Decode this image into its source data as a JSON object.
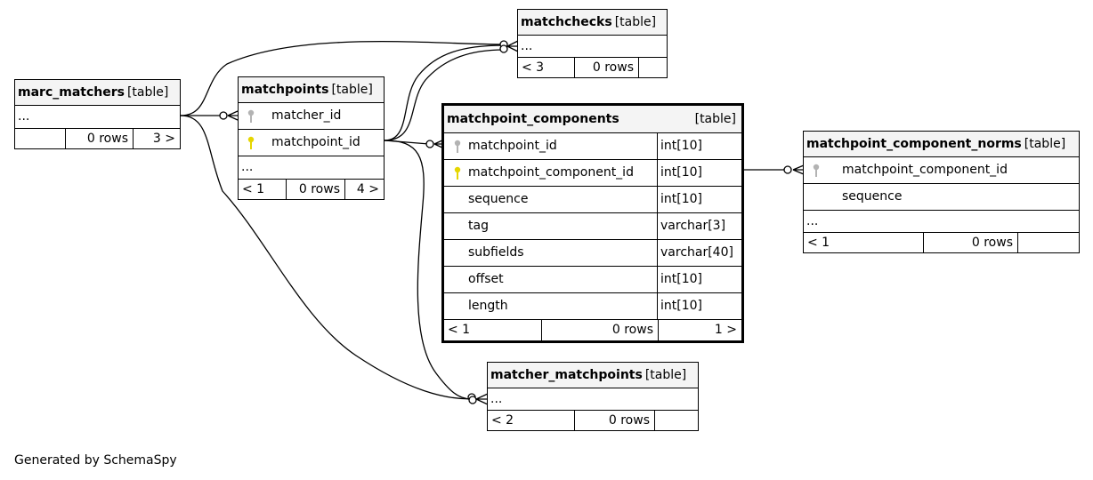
{
  "tables": {
    "marc_matchers": {
      "name": "marc_matchers",
      "kind": "[table]",
      "ellipsis": "...",
      "parents": "",
      "rows": "0 rows",
      "children": "3 >"
    },
    "matchpoints": {
      "name": "matchpoints",
      "kind": "[table]",
      "col1": "matcher_id",
      "col2": "matchpoint_id",
      "ellipsis": "...",
      "parents": "< 1",
      "rows": "0 rows",
      "children": "4 >"
    },
    "matchchecks": {
      "name": "matchchecks",
      "kind": "[table]",
      "ellipsis": "...",
      "parents": "< 3",
      "rows": "0 rows",
      "children": ""
    },
    "matchpoint_components": {
      "name": "matchpoint_components",
      "kind": "[table]",
      "columns": [
        {
          "name": "matchpoint_id",
          "type": "int[10]"
        },
        {
          "name": "matchpoint_component_id",
          "type": "int[10]"
        },
        {
          "name": "sequence",
          "type": "int[10]"
        },
        {
          "name": "tag",
          "type": "varchar[3]"
        },
        {
          "name": "subfields",
          "type": "varchar[40]"
        },
        {
          "name": "offset",
          "type": "int[10]"
        },
        {
          "name": "length",
          "type": "int[10]"
        }
      ],
      "parents": "< 1",
      "rows": "0 rows",
      "children": "1 >"
    },
    "matchpoint_component_norms": {
      "name": "matchpoint_component_norms",
      "kind": "[table]",
      "col1": "matchpoint_component_id",
      "col2": "sequence",
      "ellipsis": "...",
      "parents": "< 1",
      "rows": "0 rows",
      "children": ""
    },
    "matcher_matchpoints": {
      "name": "matcher_matchpoints",
      "kind": "[table]",
      "ellipsis": "...",
      "parents": "< 2",
      "rows": "0 rows",
      "children": ""
    }
  },
  "footer": {
    "generated_by": "Generated by SchemaSpy"
  },
  "colors": {
    "line": "#000000",
    "header_bg": "#f4f4f4",
    "foreign_key": "#b3b3b3",
    "primary_key": "#e6d600"
  },
  "icons": {
    "foreign_key": "key-icon-gray",
    "primary_key": "key-icon-yellow"
  }
}
